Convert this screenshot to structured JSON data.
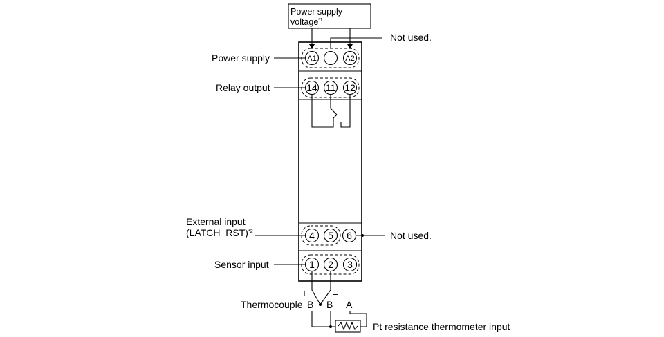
{
  "labels": {
    "power_supply_voltage_line1": "Power supply",
    "power_supply_voltage_line2": "voltage",
    "power_supply_voltage_note": "*1",
    "not_used_top": "Not used.",
    "power_supply": "Power supply",
    "relay_output": "Relay output",
    "external_input_line1": "External input",
    "external_input_line2": "(LATCH_RST)",
    "external_input_note": "*2",
    "not_used_bottom": "Not used.",
    "sensor_input": "Sensor input",
    "plus_sign": "+",
    "minus_sign": "–",
    "thermocouple": "Thermocouple",
    "thermocouple_b1": "B",
    "thermocouple_b2": "B",
    "rtd_a": "A",
    "pt_input": "Pt resistance thermometer input"
  },
  "terminals": {
    "a1": "A1",
    "a2": "A2",
    "t14": "14",
    "t11": "11",
    "t12": "12",
    "t4": "4",
    "t5": "5",
    "t6": "6",
    "t1": "1",
    "t2": "2",
    "t3": "3"
  }
}
